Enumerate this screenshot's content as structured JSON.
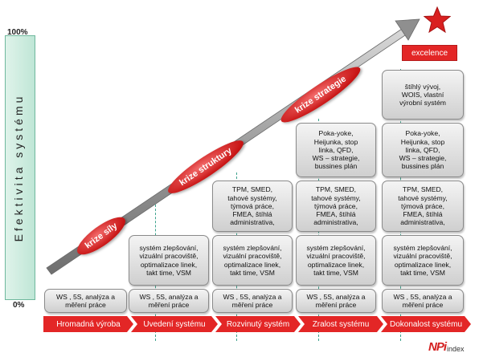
{
  "axis": {
    "y_label": "Efektivita systému",
    "top_pct": "100%",
    "bottom_pct": "0%"
  },
  "stages": [
    "Hromadná výroba",
    "Uvedení systému",
    "Rozvinutý systém",
    "Zralost systému",
    "Dokonalost systému"
  ],
  "crises": [
    "krize síly",
    "krize struktury",
    "krize strategie"
  ],
  "goal": "excelence",
  "columns": [
    {
      "boxes": [
        "WS , 5S, analýza a\nměření práce"
      ]
    },
    {
      "boxes": [
        "WS , 5S, analýza a\nměření práce",
        "systém zlepšování,\nvizuální pracoviště,\noptimalizace linek,\ntakt time, VSM"
      ]
    },
    {
      "boxes": [
        "WS , 5S, analýza a\nměření práce",
        "systém zlepšování,\nvizuální pracoviště,\noptimalizace linek,\ntakt time, VSM",
        "TPM, SMED,\ntahové systémy,\ntýmová práce,\nFMEA, štíhlá\nadministrativa,"
      ]
    },
    {
      "boxes": [
        "WS , 5S, analýza a\nměření práce",
        "systém zlepšování,\nvizuální pracoviště,\noptimalizace linek,\ntakt time, VSM",
        "TPM, SMED,\ntahové systémy,\ntýmová práce,\nFMEA, štíhlá\nadministrativa,",
        "Poka-yoke,\nHeijunka, stop\nlinka, QFD,\nWS – strategie,\nbussines plán"
      ]
    },
    {
      "boxes": [
        "WS , 5S, analýza a\nměření práce",
        "systém zlepšování,\nvizuální pracoviště,\noptimalizace linek,\ntakt time, VSM",
        "TPM, SMED,\ntahové systémy,\ntýmová práce,\nFMEA, štíhlá\nadministrativa,",
        "Poka-yoke,\nHeijunka, stop\nlinka, QFD,\nWS – strategie,\nbussines plán",
        "štíhlý vývoj,\nWOIS, vlastní\nvýrobní systém"
      ]
    }
  ],
  "logo": {
    "mark": "NPi",
    "sub": "index"
  },
  "colors": {
    "accent": "#e32626",
    "axis_panel": "#bfe6d6",
    "separator": "#3fa38e"
  }
}
